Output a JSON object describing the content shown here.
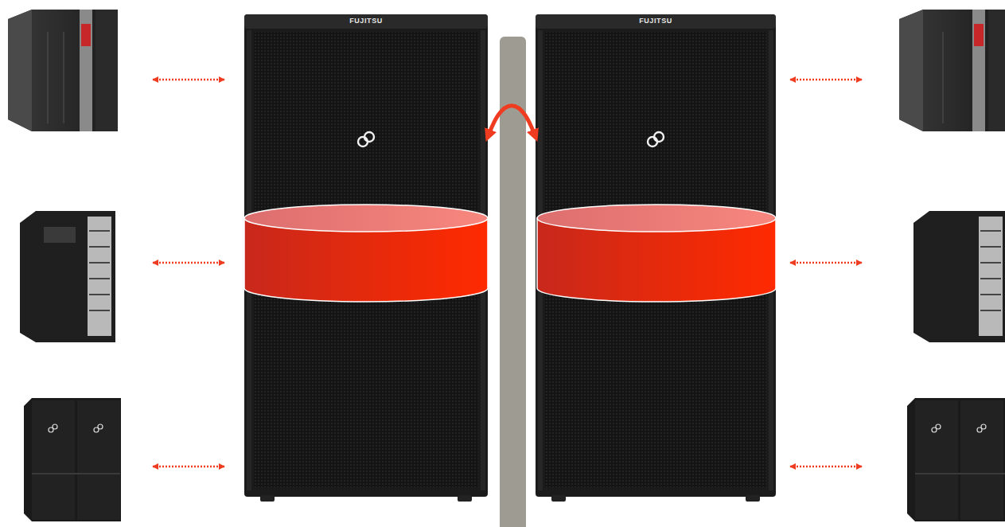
{
  "diagram": {
    "nodes": [
      {
        "text": [
          "FUJITSU"
        ]
      },
      {
        "text": [
          "FUJITSU"
        ]
      }
    ],
    "edges": [
      {
        "from": 0,
        "to": 1,
        "arrow": "both"
      }
    ]
  }
}
